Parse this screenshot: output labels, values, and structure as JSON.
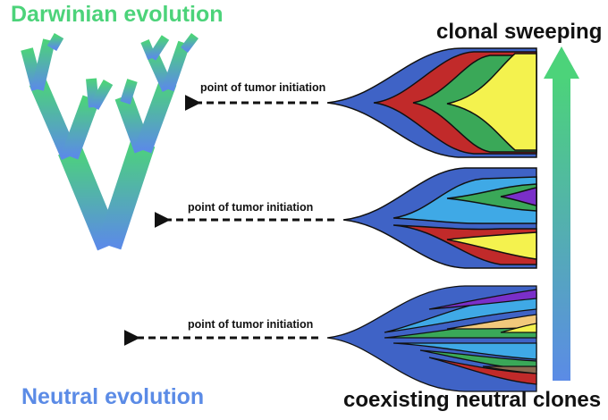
{
  "labels": {
    "darwinian": "Darwinian evolution",
    "neutral": "Neutral evolution",
    "clonal_sweeping": "clonal sweeping",
    "coexisting": "coexisting neutral clones",
    "initiation": [
      "point of tumor initiation",
      "point of tumor initiation",
      "point of tumor initiation"
    ]
  },
  "colors": {
    "darwinian_green": "#4cd37a",
    "neutral_blue": "#5b8be6",
    "clone_base": "#3f63c6",
    "clone_red": "#c12a2a",
    "clone_green": "#3aa858",
    "clone_yellow": "#f4f24e",
    "clone_lightblue": "#3fa9e6",
    "clone_purple": "#7a2fc9",
    "clone_tan": "#f2c97c"
  },
  "icons": {
    "tree": "branching-tree-icon",
    "arrow": "dashed-left-arrow-icon",
    "gradient_arrow": "up-arrow-icon"
  }
}
